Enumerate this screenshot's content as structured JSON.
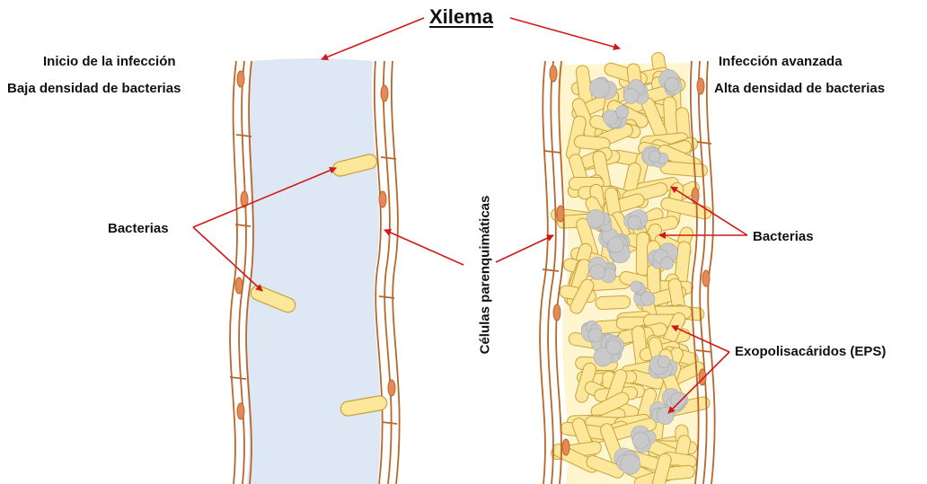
{
  "title": "Xilema",
  "left_panel": {
    "heading_line1": "Inicio de la infección",
    "heading_line2": "Baja densidad de bacterias",
    "bacteria_label": "Bacterias"
  },
  "right_panel": {
    "heading_line1": "Infección avanzada",
    "heading_line2": "Alta densidad de bacterias",
    "bacteria_label": "Bacterias",
    "eps_label": "Exopolisacáridos (EPS)"
  },
  "center_label": "Células parenquimáticas",
  "colors": {
    "xylem_fill": "#dde8f4",
    "wall": "#b8662a",
    "cell_fill": "#e58a57",
    "bacterium_fill": "#fde79a",
    "bacterium_stroke": "#c9a23c",
    "eps_fill": "#c9c9c9",
    "arrow": "#d01818",
    "text": "#111111"
  }
}
